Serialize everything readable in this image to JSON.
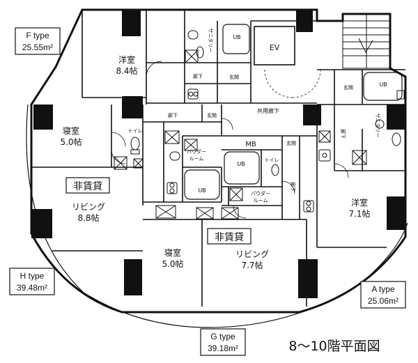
{
  "plan_title": "8〜10階平面図",
  "types": {
    "F": {
      "name": "F type",
      "area": "25.55m²"
    },
    "H": {
      "name": "H type",
      "area": "39.48m²"
    },
    "G": {
      "name": "G type",
      "area": "39.18m²"
    },
    "A": {
      "name": "A type",
      "area": "25.06m²"
    }
  },
  "rooms": {
    "f_western_name": "洋室",
    "f_western_size": "8.4帖",
    "h_bedroom_name": "寝室",
    "h_bedroom_size": "5.0帖",
    "h_living_name": "リビング",
    "h_living_size": "8.8帖",
    "g_bedroom_name": "寝室",
    "g_bedroom_size": "5.0帖",
    "g_living_name": "リビング",
    "g_living_size": "7.7帖",
    "a_western_name": "洋室",
    "a_western_size": "7.1帖"
  },
  "badges": {
    "non_rental_1": "非賃貸",
    "non_rental_2": "非賃貸"
  },
  "labels": {
    "ev": "EV",
    "mb": "MB",
    "ub": "UB",
    "toilet": "トイレ",
    "sanitary": "サニタリー",
    "corridor": "廊下",
    "entrance": "玄関",
    "common_corridor": "共用廊下",
    "powder_room_1": "パウダー",
    "powder_room_2": "ルーム"
  }
}
